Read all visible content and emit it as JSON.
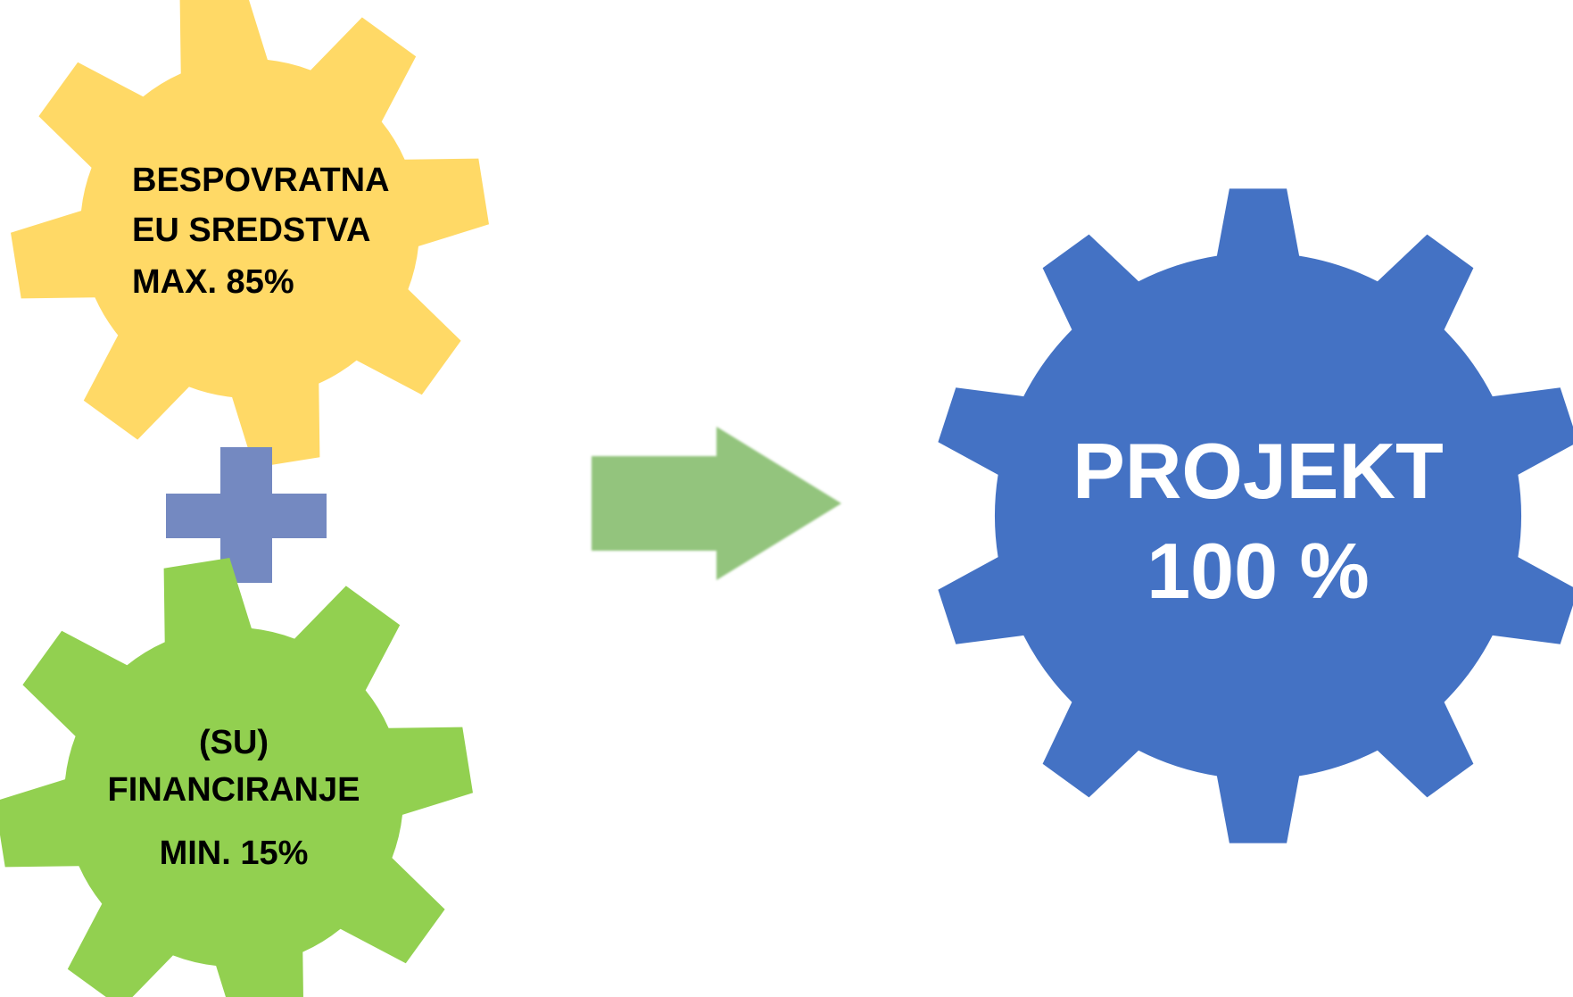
{
  "colors": {
    "yellow_gear": "#FFD966",
    "green_gear": "#92D050",
    "blue_gear": "#4472C4",
    "plus": "#7489C1",
    "arrow": "#93C47D",
    "dark_text": "#000000",
    "light_text": "#FFFFFF"
  },
  "gears": {
    "eu_funds": {
      "line1": "BESPOVRATNA",
      "line2": "EU SREDSTVA",
      "line3": "MAX. 85%"
    },
    "co_financing": {
      "line1": "(SU)",
      "line2": "FINANCIRANJE",
      "line3": "MIN. 15%"
    },
    "project": {
      "line1": "PROJEKT",
      "line2": "100 %"
    }
  },
  "symbols": {
    "plus": "plus-icon",
    "arrow": "right-arrow-icon"
  }
}
